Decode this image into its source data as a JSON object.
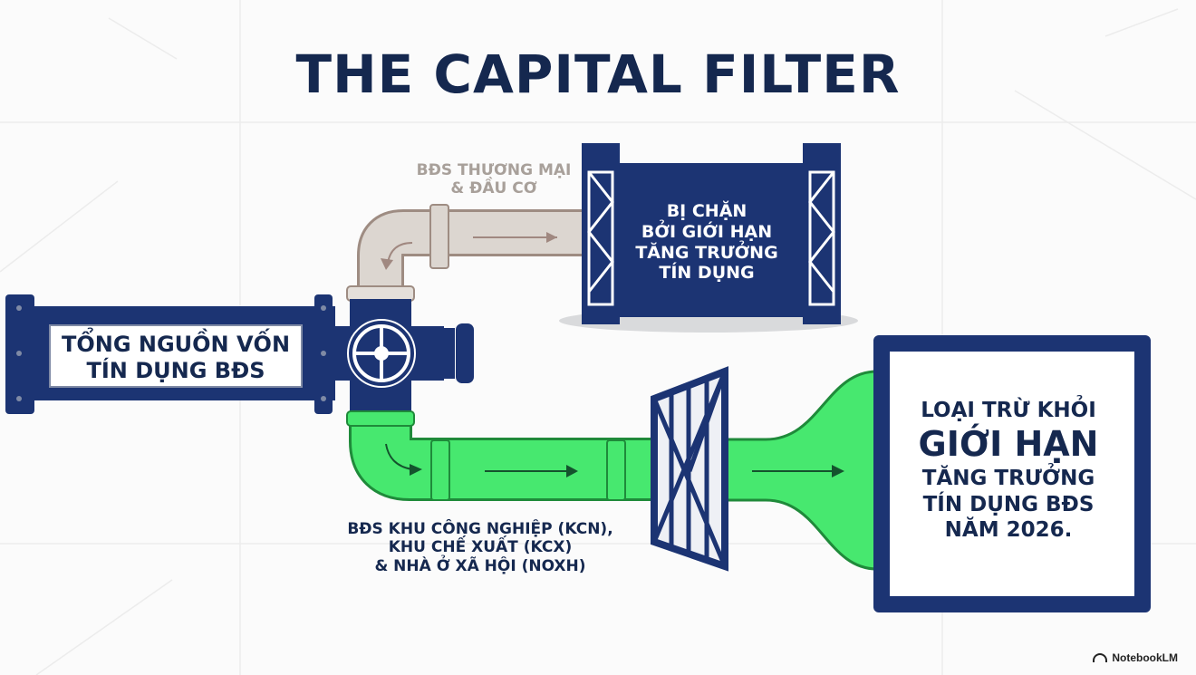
{
  "title": "THE CAPITAL FILTER",
  "branches": {
    "commercial": [
      "BĐS THƯƠNG MẠI",
      "& ĐẦU CƠ"
    ],
    "blocked": [
      "BỊ CHẶN",
      "BỞI GIỚI HẠN",
      "TĂNG TRƯỞNG",
      "TÍN DỤNG"
    ],
    "industrial": [
      "BĐS KHU CÔNG NGHIỆP (KCN),",
      "KHU CHẾ XUẤT (KCX)",
      "& NHÀ Ở XÃ HỘI (NOXH)"
    ]
  },
  "source": [
    "TỔNG NGUỒN VỐN",
    "TÍN DỤNG BĐS"
  ],
  "outcome": {
    "line1": "LOẠI TRỪ KHỎI",
    "line2": "GIỚI HẠN",
    "line3": "TĂNG TRƯỞNG",
    "line4": "TÍN DỤNG BĐS",
    "line5": "NĂM 2026."
  },
  "brand": "NotebookLM",
  "colors": {
    "navy": "#1c3473",
    "blocked_pipe": "#dcd6d0",
    "approved_pipe": "#47e86f"
  }
}
